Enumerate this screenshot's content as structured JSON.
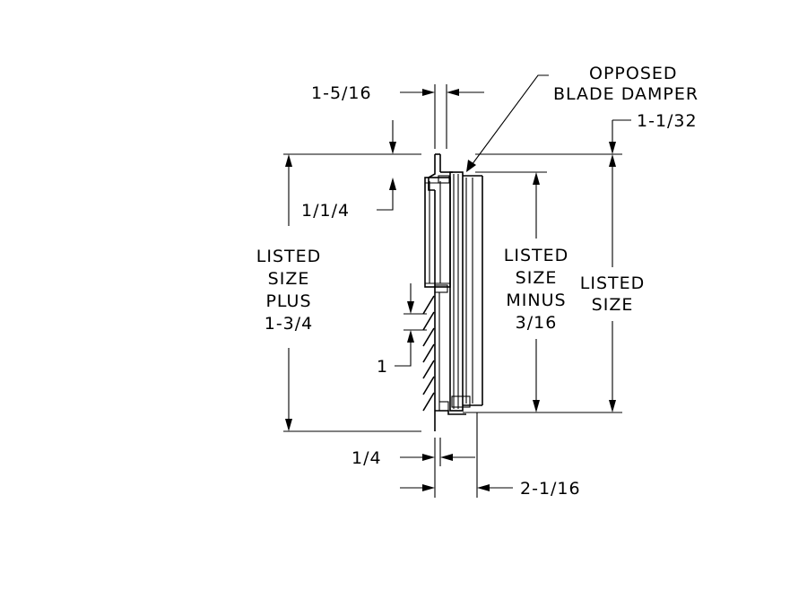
{
  "labels": {
    "top_width": "1-5/16",
    "damper_line1": "OPPOSED",
    "damper_line2": "BLADE DAMPER",
    "damper_offset": "1-1/32",
    "flange_offset": "1/1/4",
    "plus_line1": "LISTED",
    "plus_line2": "SIZE",
    "plus_line3": "PLUS",
    "plus_line4": "1-3/4",
    "minus_line1": "LISTED",
    "minus_line2": "SIZE",
    "minus_line3": "MINUS",
    "minus_line4": "3/16",
    "listed_line1": "LISTED",
    "listed_line2": "SIZE",
    "blade_spacing": "1",
    "bottom_thickness": "1/4",
    "bottom_depth": "2-1/16"
  },
  "colors": {
    "line": "#000000",
    "background": "#ffffff"
  }
}
